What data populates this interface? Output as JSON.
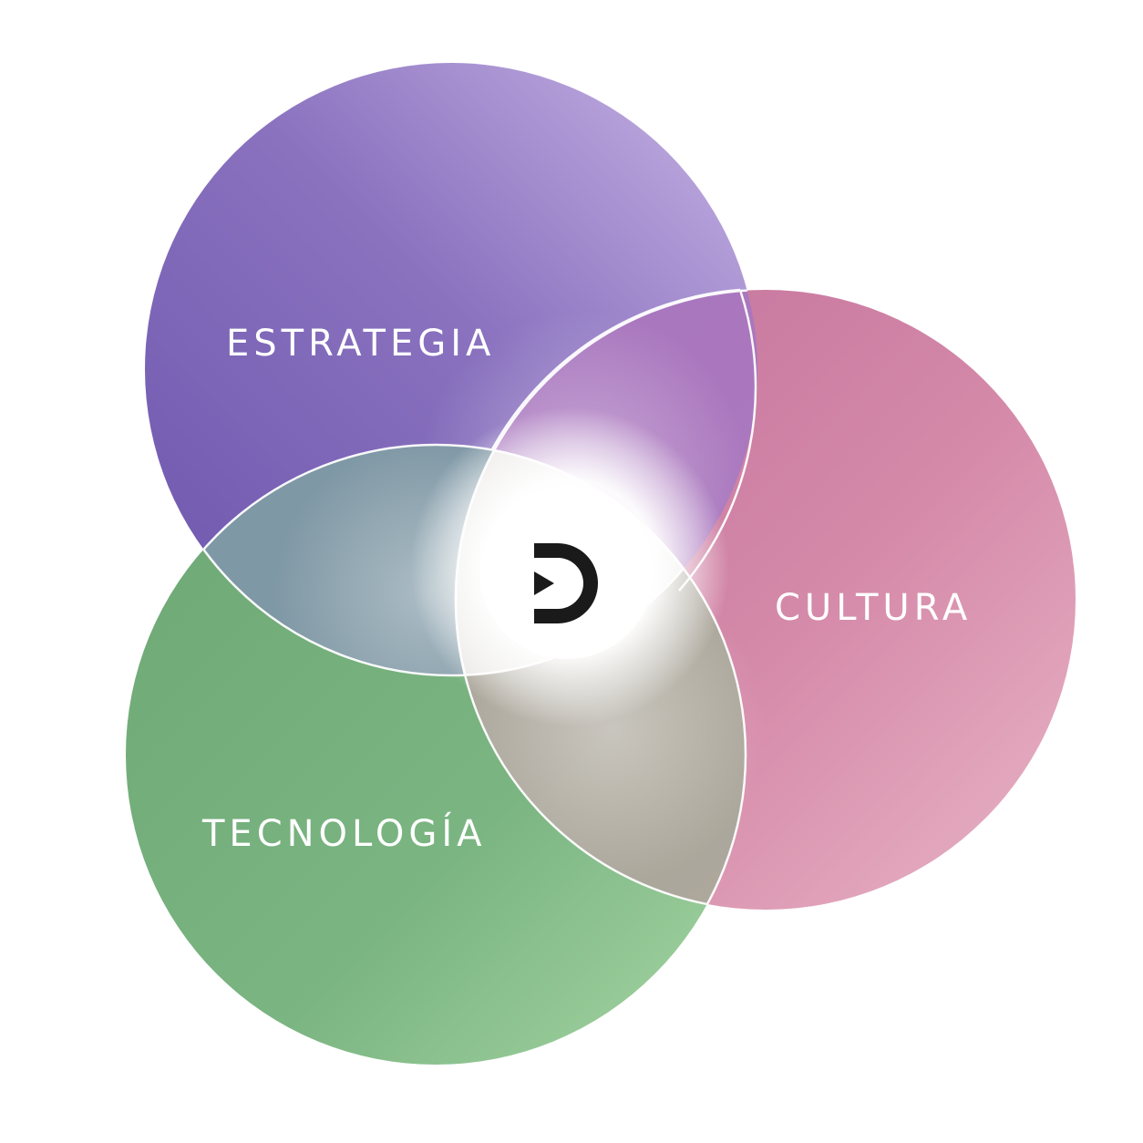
{
  "diagram": {
    "type": "venn",
    "sets": [
      {
        "id": "estrategia",
        "label": "ESTRATEGIA",
        "color": "#7763b3"
      },
      {
        "id": "cultura",
        "label": "CULTURA",
        "color": "#d283a4"
      },
      {
        "id": "tecnologia",
        "label": "TECNOLOGÍA",
        "color": "#79b37e"
      }
    ],
    "center": {
      "icon": "brand-logo-icon",
      "color": "#1a1a1a"
    },
    "outline_color": "#ffffff",
    "background": "#ffffff"
  }
}
